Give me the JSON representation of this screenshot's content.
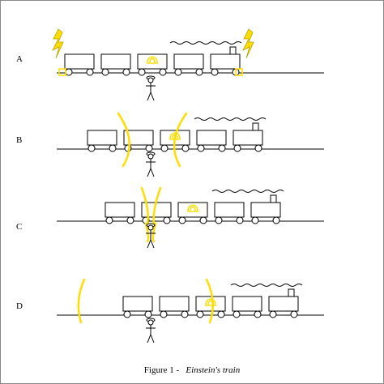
{
  "rows": [
    {
      "label": "A"
    },
    {
      "label": "B"
    },
    {
      "label": "C"
    },
    {
      "label": "D"
    }
  ],
  "caption": {
    "prefix": "Figure 1 -",
    "title": "Einstein's train"
  },
  "colors": {
    "line": "#000000",
    "light": "#ffdd00",
    "frame": "#888888"
  }
}
